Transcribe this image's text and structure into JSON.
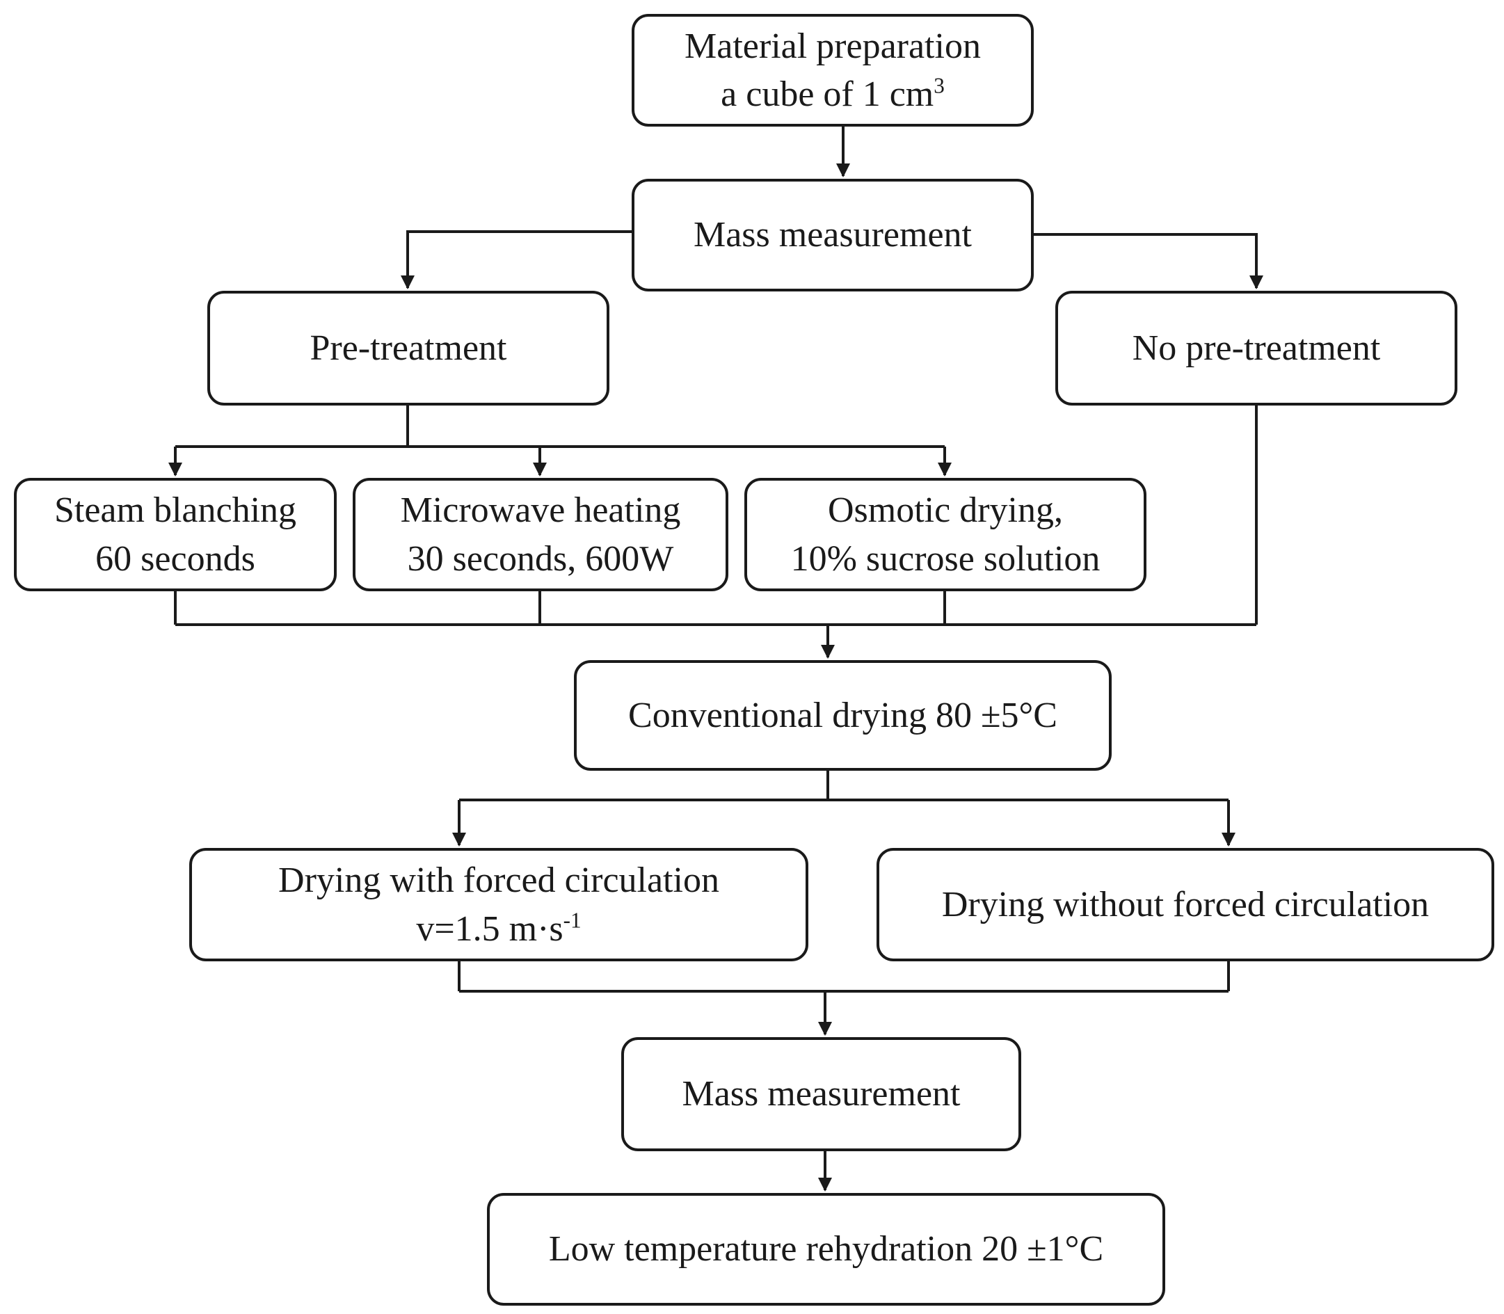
{
  "flowchart": {
    "nodes": {
      "material_prep": {
        "line1": "Material preparation",
        "line2": "a cube of 1 cm",
        "line2_sup": "3"
      },
      "mass_measure_1": {
        "label": "Mass measurement"
      },
      "pre_treatment": {
        "label": "Pre-treatment"
      },
      "no_pre_treatment": {
        "label": "No pre-treatment"
      },
      "steam_blanching": {
        "line1": "Steam blanching",
        "line2": "60 seconds"
      },
      "microwave_heating": {
        "line1": "Microwave heating",
        "line2": "30 seconds, 600W"
      },
      "osmotic_drying": {
        "line1": "Osmotic drying,",
        "line2": "10% sucrose solution"
      },
      "conventional_drying": {
        "label": "Conventional drying 80 ±5°C"
      },
      "forced_circulation": {
        "line1": "Drying with forced circulation",
        "line2": "v=1.5 m·s",
        "line2_sup": "-1"
      },
      "no_forced_circulation": {
        "label": "Drying without forced circulation"
      },
      "mass_measure_2": {
        "label": "Mass measurement"
      },
      "rehydration": {
        "label": "Low temperature rehydration 20 ±1°C"
      }
    },
    "edges": [
      [
        "material_prep",
        "mass_measure_1"
      ],
      [
        "mass_measure_1",
        "pre_treatment"
      ],
      [
        "mass_measure_1",
        "no_pre_treatment"
      ],
      [
        "pre_treatment",
        "steam_blanching"
      ],
      [
        "pre_treatment",
        "microwave_heating"
      ],
      [
        "pre_treatment",
        "osmotic_drying"
      ],
      [
        "steam_blanching",
        "conventional_drying"
      ],
      [
        "microwave_heating",
        "conventional_drying"
      ],
      [
        "osmotic_drying",
        "conventional_drying"
      ],
      [
        "no_pre_treatment",
        "conventional_drying"
      ],
      [
        "conventional_drying",
        "forced_circulation"
      ],
      [
        "conventional_drying",
        "no_forced_circulation"
      ],
      [
        "forced_circulation",
        "mass_measure_2"
      ],
      [
        "no_forced_circulation",
        "mass_measure_2"
      ],
      [
        "mass_measure_2",
        "rehydration"
      ]
    ]
  }
}
